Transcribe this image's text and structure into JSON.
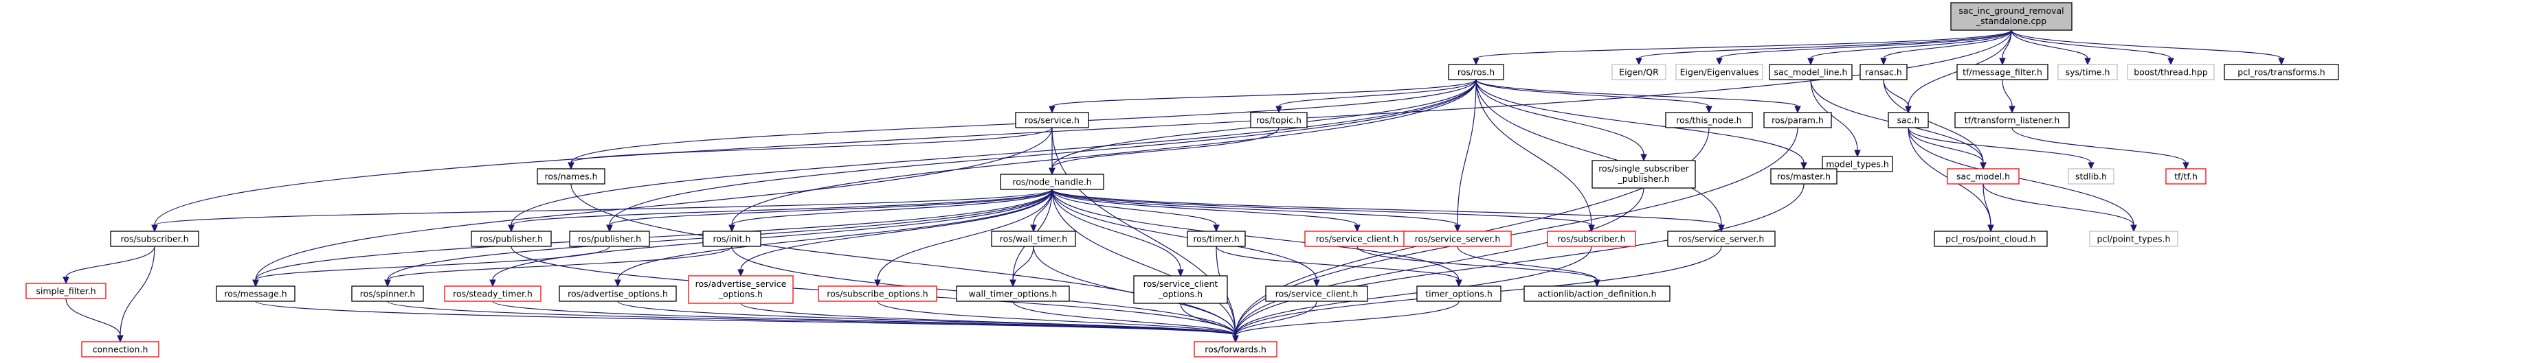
{
  "nodes": [
    {
      "id": "root",
      "lines": [
        "sac_inc_ground_removal",
        "_standalone.cpp"
      ],
      "style": "root"
    },
    {
      "id": "ros_ros",
      "lines": [
        "ros/ros.h"
      ],
      "style": "black"
    },
    {
      "id": "eigen_qr",
      "lines": [
        "Eigen/QR"
      ],
      "style": "gray"
    },
    {
      "id": "eigen_ev",
      "lines": [
        "Eigen/Eigenvalues"
      ],
      "style": "gray"
    },
    {
      "id": "sac_model_line",
      "lines": [
        "sac_model_line.h"
      ],
      "style": "black"
    },
    {
      "id": "ransac",
      "lines": [
        "ransac.h"
      ],
      "style": "black"
    },
    {
      "id": "tf_msg",
      "lines": [
        "tf/message_filter.h"
      ],
      "style": "black"
    },
    {
      "id": "sys_time",
      "lines": [
        "sys/time.h"
      ],
      "style": "gray"
    },
    {
      "id": "boost_thread",
      "lines": [
        "boost/thread.hpp"
      ],
      "style": "gray"
    },
    {
      "id": "pcl_transforms",
      "lines": [
        "pcl_ros/transforms.h"
      ],
      "style": "black"
    },
    {
      "id": "ros_service",
      "lines": [
        "ros/service.h"
      ],
      "style": "black"
    },
    {
      "id": "ros_topic",
      "lines": [
        "ros/topic.h"
      ],
      "style": "black"
    },
    {
      "id": "ros_this_node",
      "lines": [
        "ros/this_node.h"
      ],
      "style": "black"
    },
    {
      "id": "ros_param",
      "lines": [
        "ros/param.h"
      ],
      "style": "black"
    },
    {
      "id": "model_types",
      "lines": [
        "model_types.h"
      ],
      "style": "black"
    },
    {
      "id": "sac",
      "lines": [
        "sac.h"
      ],
      "style": "black"
    },
    {
      "id": "tf_listener",
      "lines": [
        "tf/transform_listener.h"
      ],
      "style": "black"
    },
    {
      "id": "ros_names",
      "lines": [
        "ros/names.h"
      ],
      "style": "black"
    },
    {
      "id": "node_handle",
      "lines": [
        "ros/node_handle.h"
      ],
      "style": "black"
    },
    {
      "id": "single_sub_pub",
      "lines": [
        "ros/single_subscriber",
        "_publisher.h"
      ],
      "style": "black"
    },
    {
      "id": "ros_master",
      "lines": [
        "ros/master.h"
      ],
      "style": "black"
    },
    {
      "id": "sac_model",
      "lines": [
        "sac_model.h"
      ],
      "style": "red"
    },
    {
      "id": "stdlib",
      "lines": [
        "stdlib.h"
      ],
      "style": "gray"
    },
    {
      "id": "tf_tf",
      "lines": [
        "tf/tf.h"
      ],
      "style": "red"
    },
    {
      "id": "ros_subscriber_l",
      "lines": [
        "ros/subscriber.h"
      ],
      "style": "black"
    },
    {
      "id": "ros_publisher_a",
      "lines": [
        "ros/publisher.h"
      ],
      "style": "black"
    },
    {
      "id": "ros_publisher_b",
      "lines": [
        "ros/publisher.h"
      ],
      "style": "black"
    },
    {
      "id": "ros_init",
      "lines": [
        "ros/init.h"
      ],
      "style": "black"
    },
    {
      "id": "wall_timer",
      "lines": [
        "ros/wall_timer.h"
      ],
      "style": "black"
    },
    {
      "id": "ros_timer",
      "lines": [
        "ros/timer.h"
      ],
      "style": "black"
    },
    {
      "id": "service_client_red",
      "lines": [
        "ros/service_client.h"
      ],
      "style": "red"
    },
    {
      "id": "service_server_red",
      "lines": [
        "ros/service_server.h"
      ],
      "style": "red"
    },
    {
      "id": "ros_subscriber_red",
      "lines": [
        "ros/subscriber.h"
      ],
      "style": "red"
    },
    {
      "id": "ros_service_server",
      "lines": [
        "ros/service_server.h"
      ],
      "style": "black"
    },
    {
      "id": "pcl_point_cloud",
      "lines": [
        "pcl_ros/point_cloud.h"
      ],
      "style": "black"
    },
    {
      "id": "pcl_point_types",
      "lines": [
        "pcl/point_types.h"
      ],
      "style": "gray"
    },
    {
      "id": "simple_filter",
      "lines": [
        "simple_filter.h"
      ],
      "style": "red"
    },
    {
      "id": "ros_message",
      "lines": [
        "ros/message.h"
      ],
      "style": "black"
    },
    {
      "id": "ros_spinner",
      "lines": [
        "ros/spinner.h"
      ],
      "style": "black"
    },
    {
      "id": "steady_timer",
      "lines": [
        "ros/steady_timer.h"
      ],
      "style": "red"
    },
    {
      "id": "advertise_options",
      "lines": [
        "ros/advertise_options.h"
      ],
      "style": "black"
    },
    {
      "id": "adv_service_options",
      "lines": [
        "ros/advertise_service",
        "_options.h"
      ],
      "style": "red"
    },
    {
      "id": "subscribe_options",
      "lines": [
        "ros/subscribe_options.h"
      ],
      "style": "red"
    },
    {
      "id": "wall_timer_options",
      "lines": [
        "wall_timer_options.h"
      ],
      "style": "black"
    },
    {
      "id": "service_client_options",
      "lines": [
        "ros/service_client",
        "_options.h"
      ],
      "style": "black"
    },
    {
      "id": "service_client_b",
      "lines": [
        "ros/service_client.h"
      ],
      "style": "black"
    },
    {
      "id": "timer_options",
      "lines": [
        "timer_options.h"
      ],
      "style": "black"
    },
    {
      "id": "actionlib_def",
      "lines": [
        "actionlib/action_definition.h"
      ],
      "style": "black"
    },
    {
      "id": "connection",
      "lines": [
        "connection.h"
      ],
      "style": "red"
    },
    {
      "id": "ros_forwards",
      "lines": [
        "ros/forwards.h"
      ],
      "style": "red"
    }
  ],
  "edges": [
    [
      "root",
      "ros_ros"
    ],
    [
      "root",
      "eigen_qr"
    ],
    [
      "root",
      "eigen_ev"
    ],
    [
      "root",
      "sac_model_line"
    ],
    [
      "root",
      "ransac"
    ],
    [
      "root",
      "sac"
    ],
    [
      "root",
      "tf_msg"
    ],
    [
      "root",
      "sys_time"
    ],
    [
      "root",
      "boost_thread"
    ],
    [
      "root",
      "pcl_transforms"
    ],
    [
      "root",
      "ros_subscriber_l"
    ],
    [
      "ros_ros",
      "ros_service"
    ],
    [
      "ros_ros",
      "ros_topic"
    ],
    [
      "ros_ros",
      "ros_this_node"
    ],
    [
      "ros_ros",
      "ros_param"
    ],
    [
      "ros_ros",
      "ros_names"
    ],
    [
      "ros_ros",
      "node_handle"
    ],
    [
      "ros_ros",
      "single_sub_pub"
    ],
    [
      "ros_ros",
      "ros_master"
    ],
    [
      "ros_ros",
      "ros_init"
    ],
    [
      "ros_ros",
      "ros_publisher_a"
    ],
    [
      "ros_ros",
      "ros_publisher_b"
    ],
    [
      "ros_ros",
      "service_server_red"
    ],
    [
      "ros_ros",
      "ros_subscriber_red"
    ],
    [
      "ros_ros",
      "ros_service_server"
    ],
    [
      "ros_service",
      "ros_names"
    ],
    [
      "ros_service",
      "node_handle"
    ],
    [
      "ros_service",
      "ros_forwards"
    ],
    [
      "ros_service",
      "ros_message"
    ],
    [
      "ros_topic",
      "node_handle"
    ],
    [
      "ros_this_node",
      "ros_forwards"
    ],
    [
      "ros_param",
      "ros_forwards"
    ],
    [
      "ros_names",
      "ros_forwards"
    ],
    [
      "node_handle",
      "ros_subscriber_l"
    ],
    [
      "node_handle",
      "ros_publisher_a"
    ],
    [
      "node_handle",
      "ros_publisher_b"
    ],
    [
      "node_handle",
      "ros_init"
    ],
    [
      "node_handle",
      "wall_timer"
    ],
    [
      "node_handle",
      "ros_timer"
    ],
    [
      "node_handle",
      "service_client_red"
    ],
    [
      "node_handle",
      "service_server_red"
    ],
    [
      "node_handle",
      "ros_subscriber_red"
    ],
    [
      "node_handle",
      "ros_service_server"
    ],
    [
      "node_handle",
      "ros_message"
    ],
    [
      "node_handle",
      "ros_spinner"
    ],
    [
      "node_handle",
      "steady_timer"
    ],
    [
      "node_handle",
      "advertise_options"
    ],
    [
      "node_handle",
      "adv_service_options"
    ],
    [
      "node_handle",
      "subscribe_options"
    ],
    [
      "node_handle",
      "wall_timer_options"
    ],
    [
      "node_handle",
      "service_client_options"
    ],
    [
      "node_handle",
      "service_client_b"
    ],
    [
      "node_handle",
      "timer_options"
    ],
    [
      "node_handle",
      "ros_forwards"
    ],
    [
      "single_sub_pub",
      "ros_forwards"
    ],
    [
      "ros_master",
      "ros_forwards"
    ],
    [
      "sac_model_line",
      "model_types"
    ],
    [
      "sac_model_line",
      "sac_model"
    ],
    [
      "ransac",
      "sac"
    ],
    [
      "ransac",
      "sac_model"
    ],
    [
      "sac",
      "sac_model"
    ],
    [
      "sac",
      "stdlib"
    ],
    [
      "sac",
      "pcl_point_cloud"
    ],
    [
      "sac",
      "pcl_point_types"
    ],
    [
      "sac_model",
      "pcl_point_cloud"
    ],
    [
      "sac_model",
      "pcl_point_types"
    ],
    [
      "tf_msg",
      "tf_listener"
    ],
    [
      "tf_listener",
      "tf_tf"
    ],
    [
      "ros_subscriber_l",
      "simple_filter"
    ],
    [
      "ros_subscriber_l",
      "connection"
    ],
    [
      "simple_filter",
      "connection"
    ],
    [
      "ros_publisher_b",
      "ros_message"
    ],
    [
      "ros_publisher_a",
      "ros_forwards"
    ],
    [
      "ros_init",
      "ros_forwards"
    ],
    [
      "ros_init",
      "ros_spinner"
    ],
    [
      "wall_timer",
      "wall_timer_options"
    ],
    [
      "wall_timer",
      "ros_forwards"
    ],
    [
      "ros_timer",
      "timer_options"
    ],
    [
      "ros_timer",
      "ros_forwards"
    ],
    [
      "service_client_red",
      "actionlib_def"
    ],
    [
      "service_server_red",
      "actionlib_def"
    ],
    [
      "ros_subscriber_red",
      "ros_forwards"
    ],
    [
      "ros_service_server",
      "ros_forwards"
    ],
    [
      "steady_timer",
      "ros_forwards"
    ],
    [
      "advertise_options",
      "ros_forwards"
    ],
    [
      "adv_service_options",
      "ros_forwards"
    ],
    [
      "subscribe_options",
      "ros_forwards"
    ],
    [
      "wall_timer_options",
      "ros_forwards"
    ],
    [
      "service_client_options",
      "ros_forwards"
    ],
    [
      "service_client_b",
      "ros_forwards"
    ],
    [
      "timer_options",
      "ros_forwards"
    ],
    [
      "ros_message",
      "ros_forwards"
    ],
    [
      "ros_spinner",
      "ros_forwards"
    ]
  ]
}
